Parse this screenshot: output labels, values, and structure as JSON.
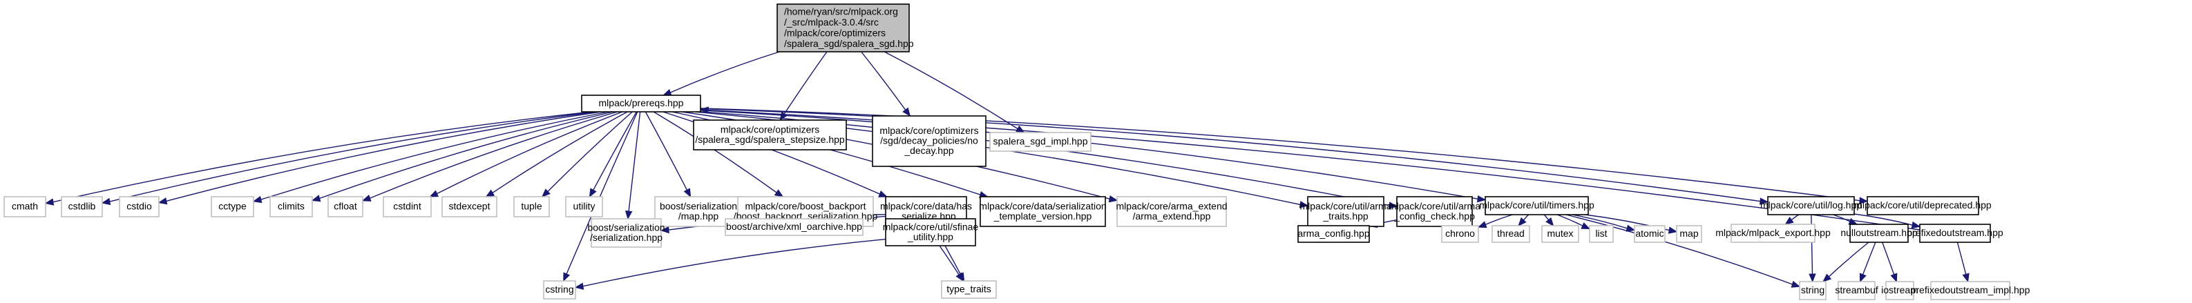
{
  "title": "Include dependency graph for spalera_sgd.hpp",
  "colors": {
    "edge": "#191970",
    "root_fill": "#bfbfbf",
    "root_border": "#000000",
    "documented_border": "#000000",
    "external_border": "#bfbfbf",
    "node_fill": "#ffffff"
  },
  "nodes": [
    {
      "id": "root",
      "kind": "root",
      "lines": [
        "/home/ryan/src/mlpack.org",
        "/_src/mlpack-3.0.4/src",
        "/mlpack/core/optimizers",
        "/spalera_sgd/spalera_sgd.hpp"
      ]
    },
    {
      "id": "prereqs",
      "kind": "doc",
      "lines": [
        "mlpack/prereqs.hpp"
      ]
    },
    {
      "id": "stepsize",
      "kind": "doc",
      "lines": [
        "mlpack/core/optimizers",
        "/spalera_sgd/spalera_stepsize.hpp"
      ]
    },
    {
      "id": "nodecay",
      "kind": "doc",
      "lines": [
        "mlpack/core/optimizers",
        "/sgd/decay_policies/no",
        "_decay.hpp"
      ]
    },
    {
      "id": "impl",
      "kind": "ext",
      "lines": [
        "spalera_sgd_impl.hpp"
      ]
    },
    {
      "id": "cmath",
      "kind": "ext",
      "lines": [
        "cmath"
      ]
    },
    {
      "id": "cstdlib",
      "kind": "ext",
      "lines": [
        "cstdlib"
      ]
    },
    {
      "id": "cstdio",
      "kind": "ext",
      "lines": [
        "cstdio"
      ]
    },
    {
      "id": "cctype",
      "kind": "ext",
      "lines": [
        "cctype"
      ]
    },
    {
      "id": "climits",
      "kind": "ext",
      "lines": [
        "climits"
      ]
    },
    {
      "id": "cfloat",
      "kind": "ext",
      "lines": [
        "cfloat"
      ]
    },
    {
      "id": "cstdint",
      "kind": "ext",
      "lines": [
        "cstdint"
      ]
    },
    {
      "id": "stdexcept",
      "kind": "ext",
      "lines": [
        "stdexcept"
      ]
    },
    {
      "id": "tuple",
      "kind": "ext",
      "lines": [
        "tuple"
      ]
    },
    {
      "id": "utility",
      "kind": "ext",
      "lines": [
        "utility"
      ]
    },
    {
      "id": "boostmap",
      "kind": "ext",
      "lines": [
        "boost/serialization",
        "/map.hpp"
      ]
    },
    {
      "id": "backport",
      "kind": "ext",
      "lines": [
        "mlpack/core/boost_backport",
        "/boost_backport_serialization.hpp"
      ]
    },
    {
      "id": "hasser",
      "kind": "doc",
      "lines": [
        "mlpack/core/data/has",
        "_serialize.hpp"
      ]
    },
    {
      "id": "sertmpl",
      "kind": "doc",
      "lines": [
        "mlpack/core/data/serialization",
        "_template_version.hpp"
      ]
    },
    {
      "id": "armaext",
      "kind": "ext",
      "lines": [
        "mlpack/core/arma_extend",
        "/arma_extend.hpp"
      ]
    },
    {
      "id": "armatraits",
      "kind": "doc",
      "lines": [
        "mlpack/core/util/arma",
        "_traits.hpp"
      ]
    },
    {
      "id": "armacfgchk",
      "kind": "doc",
      "lines": [
        "mlpack/core/util/arma",
        "_config_check.hpp"
      ]
    },
    {
      "id": "timers",
      "kind": "doc",
      "lines": [
        "mlpack/core/util/timers.hpp"
      ]
    },
    {
      "id": "log",
      "kind": "doc",
      "lines": [
        "mlpack/core/util/log.hpp"
      ]
    },
    {
      "id": "deprecated",
      "kind": "doc",
      "lines": [
        "mlpack/core/util/deprecated.hpp"
      ]
    },
    {
      "id": "boostser",
      "kind": "ext",
      "lines": [
        "boost/serialization",
        "/serialization.hpp"
      ]
    },
    {
      "id": "xmloarch",
      "kind": "ext",
      "lines": [
        "boost/archive/xml_oarchive.hpp"
      ]
    },
    {
      "id": "sfinae",
      "kind": "doc",
      "lines": [
        "mlpack/core/util/sfinae",
        "_utility.hpp"
      ]
    },
    {
      "id": "armacfg",
      "kind": "doc",
      "lines": [
        "arma_config.hpp"
      ]
    },
    {
      "id": "chrono",
      "kind": "ext",
      "lines": [
        "chrono"
      ]
    },
    {
      "id": "thread",
      "kind": "ext",
      "lines": [
        "thread"
      ]
    },
    {
      "id": "mutex",
      "kind": "ext",
      "lines": [
        "mutex"
      ]
    },
    {
      "id": "list",
      "kind": "ext",
      "lines": [
        "list"
      ]
    },
    {
      "id": "atomic",
      "kind": "ext",
      "lines": [
        "atomic"
      ]
    },
    {
      "id": "map",
      "kind": "ext",
      "lines": [
        "map"
      ]
    },
    {
      "id": "export",
      "kind": "ext",
      "lines": [
        "mlpack/mlpack_export.hpp"
      ]
    },
    {
      "id": "nullout",
      "kind": "doc",
      "lines": [
        "nulloutstream.hpp"
      ]
    },
    {
      "id": "prefixout",
      "kind": "doc",
      "lines": [
        "prefixedoutstream.hpp"
      ]
    },
    {
      "id": "cstring",
      "kind": "ext",
      "lines": [
        "cstring"
      ]
    },
    {
      "id": "typetraits",
      "kind": "ext",
      "lines": [
        "type_traits"
      ]
    },
    {
      "id": "string",
      "kind": "ext",
      "lines": [
        "string"
      ]
    },
    {
      "id": "streambuf",
      "kind": "ext",
      "lines": [
        "streambuf"
      ]
    },
    {
      "id": "iostream",
      "kind": "ext",
      "lines": [
        "iostream"
      ]
    },
    {
      "id": "prefiximpl",
      "kind": "ext",
      "lines": [
        "prefixedoutstream_impl.hpp"
      ]
    }
  ],
  "edges": [
    [
      "root",
      "prereqs"
    ],
    [
      "root",
      "stepsize"
    ],
    [
      "root",
      "nodecay"
    ],
    [
      "root",
      "impl"
    ],
    [
      "prereqs",
      "cmath"
    ],
    [
      "prereqs",
      "cstdlib"
    ],
    [
      "prereqs",
      "cstdio"
    ],
    [
      "prereqs",
      "cctype"
    ],
    [
      "prereqs",
      "climits"
    ],
    [
      "prereqs",
      "cfloat"
    ],
    [
      "prereqs",
      "cstdint"
    ],
    [
      "prereqs",
      "stdexcept"
    ],
    [
      "prereqs",
      "tuple"
    ],
    [
      "prereqs",
      "utility"
    ],
    [
      "prereqs",
      "boostmap"
    ],
    [
      "prereqs",
      "backport"
    ],
    [
      "prereqs",
      "hasser"
    ],
    [
      "prereqs",
      "sertmpl"
    ],
    [
      "prereqs",
      "armaext"
    ],
    [
      "prereqs",
      "armatraits"
    ],
    [
      "prereqs",
      "armacfgchk"
    ],
    [
      "prereqs",
      "timers"
    ],
    [
      "prereqs",
      "log"
    ],
    [
      "prereqs",
      "deprecated"
    ],
    [
      "prereqs",
      "boostser"
    ],
    [
      "prereqs",
      "cstring"
    ],
    [
      "hasser",
      "boostser"
    ],
    [
      "hasser",
      "xmloarch"
    ],
    [
      "hasser",
      "sfinae"
    ],
    [
      "hasser",
      "typetraits"
    ],
    [
      "sfinae",
      "cstring"
    ],
    [
      "sfinae",
      "typetraits"
    ],
    [
      "armacfgchk",
      "armacfg"
    ],
    [
      "timers",
      "chrono"
    ],
    [
      "timers",
      "thread"
    ],
    [
      "timers",
      "mutex"
    ],
    [
      "timers",
      "list"
    ],
    [
      "timers",
      "atomic"
    ],
    [
      "timers",
      "map"
    ],
    [
      "timers",
      "string"
    ],
    [
      "log",
      "export"
    ],
    [
      "log",
      "string"
    ],
    [
      "log",
      "nullout"
    ],
    [
      "log",
      "prefixout"
    ],
    [
      "nullout",
      "string"
    ],
    [
      "nullout",
      "streambuf"
    ],
    [
      "nullout",
      "iostream"
    ],
    [
      "prefixout",
      "prefiximpl"
    ],
    [
      "prefixout",
      "prereqs"
    ]
  ]
}
